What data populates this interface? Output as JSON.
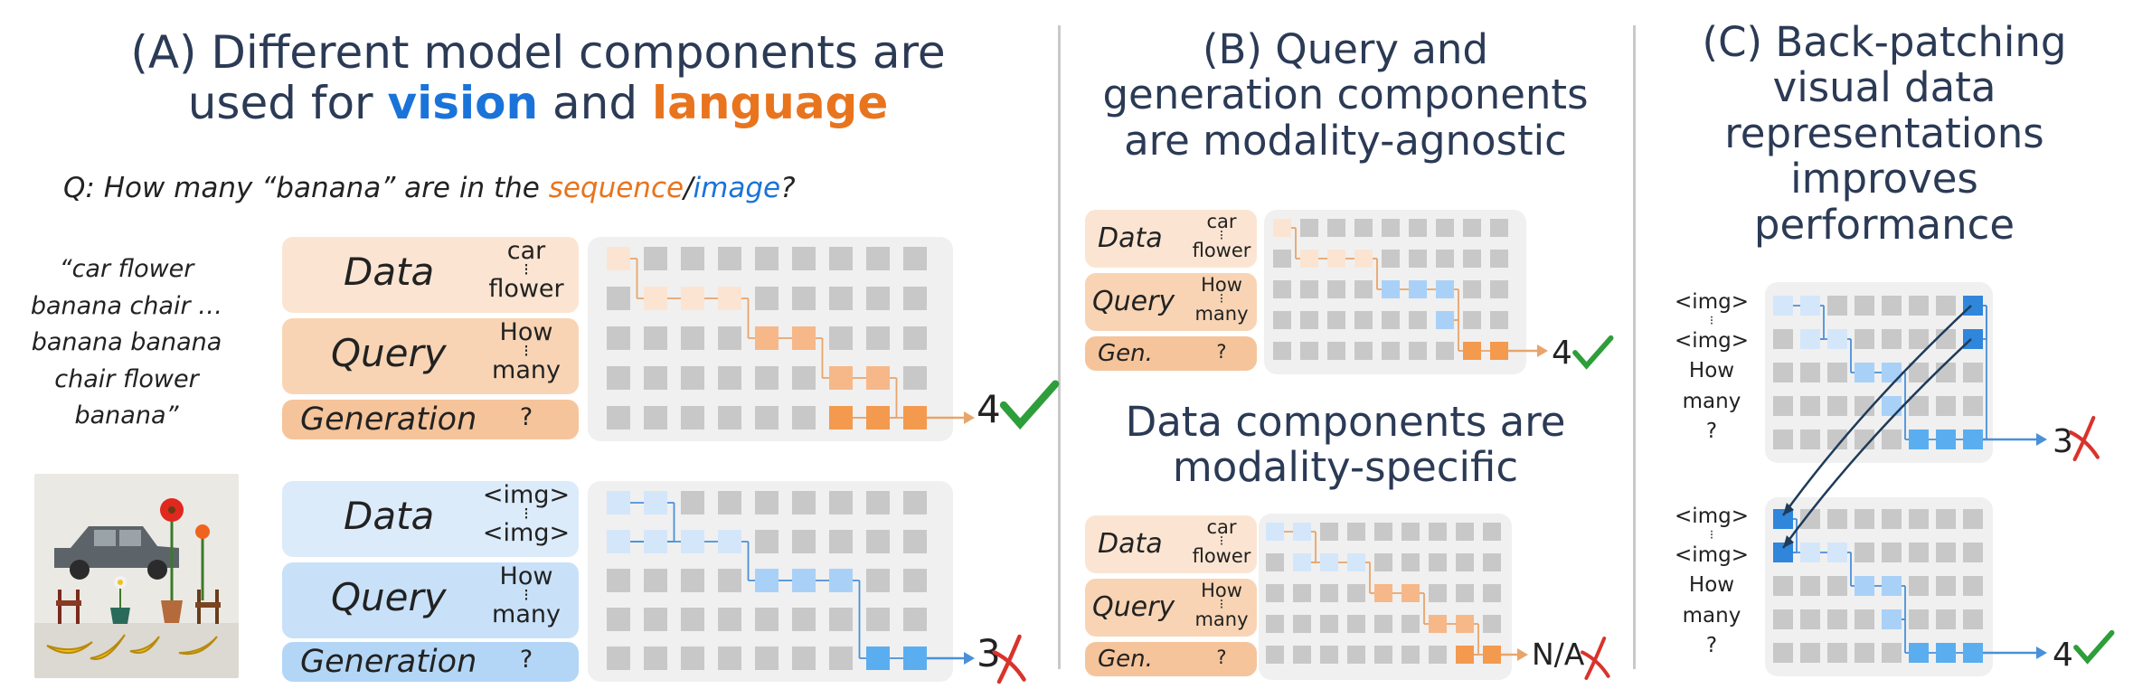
{
  "section_a": {
    "title_prefix": "(A) Different model components are",
    "title_line2_pre": "used for ",
    "title_vision": "vision",
    "title_and": " and ",
    "title_language": "language",
    "question_pre": "Q: How many “banana” are in the ",
    "question_sequence": "sequence",
    "question_slash": "/",
    "question_image": "image",
    "question_end": "?",
    "quote_lines": [
      "“car flower",
      "banana chair …",
      "banana banana",
      "chair flower",
      "banana”"
    ],
    "text_row": {
      "data_label": "Data",
      "data_tok1": "car",
      "data_tok2": "flower",
      "query_label": "Query",
      "query_tok1": "How",
      "query_tok2": "many",
      "gen_label": "Generation",
      "gen_tok": "?",
      "answer": "4"
    },
    "image_row": {
      "data_label": "Data",
      "data_tok1": "<img>",
      "data_tok2": "<img>",
      "query_label": "Query",
      "query_tok1": "How",
      "query_tok2": "many",
      "gen_label": "Generation",
      "gen_tok": "?",
      "answer": "3"
    }
  },
  "section_b": {
    "title_lines": [
      "(B) Query and",
      "generation components",
      "are modality-agnostic"
    ],
    "title2_lines": [
      "Data components are",
      "modality-specific"
    ],
    "top": {
      "data_label": "Data",
      "data_tok1": "car",
      "data_tok2": "flower",
      "query_label": "Query",
      "query_tok1": "How",
      "query_tok2": "many",
      "gen_label": "Gen.",
      "gen_tok": "?",
      "answer": "4"
    },
    "bottom": {
      "data_label": "Data",
      "data_tok1": "car",
      "data_tok2": "flower",
      "query_label": "Query",
      "query_tok1": "How",
      "query_tok2": "many",
      "gen_label": "Gen.",
      "gen_tok": "?",
      "answer": "N/A"
    }
  },
  "section_c": {
    "title_lines": [
      "(C) Back-patching",
      "visual data",
      "representations",
      "improves",
      "performance"
    ],
    "top": {
      "tok1": "<img>",
      "tok2": "<img>",
      "tok3": "How",
      "tok4": "many",
      "tok5": "?",
      "answer": "3"
    },
    "bottom": {
      "tok1": "<img>",
      "tok2": "<img>",
      "tok3": "How",
      "tok4": "many",
      "tok5": "?",
      "answer": "4"
    }
  },
  "colors": {
    "orange_light": "#fbe5d2",
    "orange_token": "#f6b889",
    "orange_strong": "#f39a4f",
    "blue_light": "#d4e6fa",
    "blue_token": "#a9d1f7",
    "blue_strong": "#5aaef0",
    "blue_patch": "#2f86db",
    "grid_cell": "#c8c8c8",
    "check": "#2e9e3b",
    "cross": "#d9332b"
  },
  "icons": {
    "check": "check-mark-icon",
    "cross": "cross-mark-icon"
  }
}
